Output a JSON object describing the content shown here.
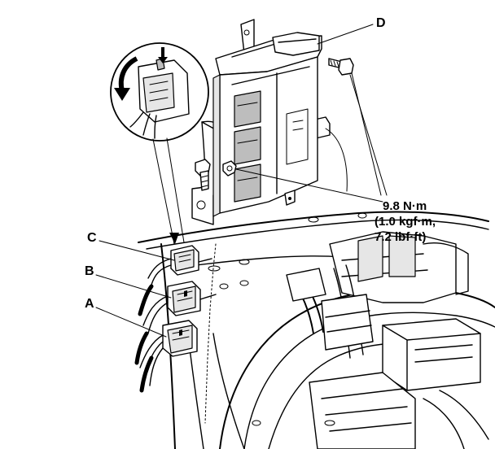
{
  "labels": {
    "callout_a": "A",
    "callout_b": "B",
    "callout_c": "C",
    "callout_d": "D"
  },
  "torque_spec": {
    "line1": "9.8 N·m",
    "line2": "(1.0 kgf·m,",
    "line3": "7.2 lbf·ft)"
  }
}
